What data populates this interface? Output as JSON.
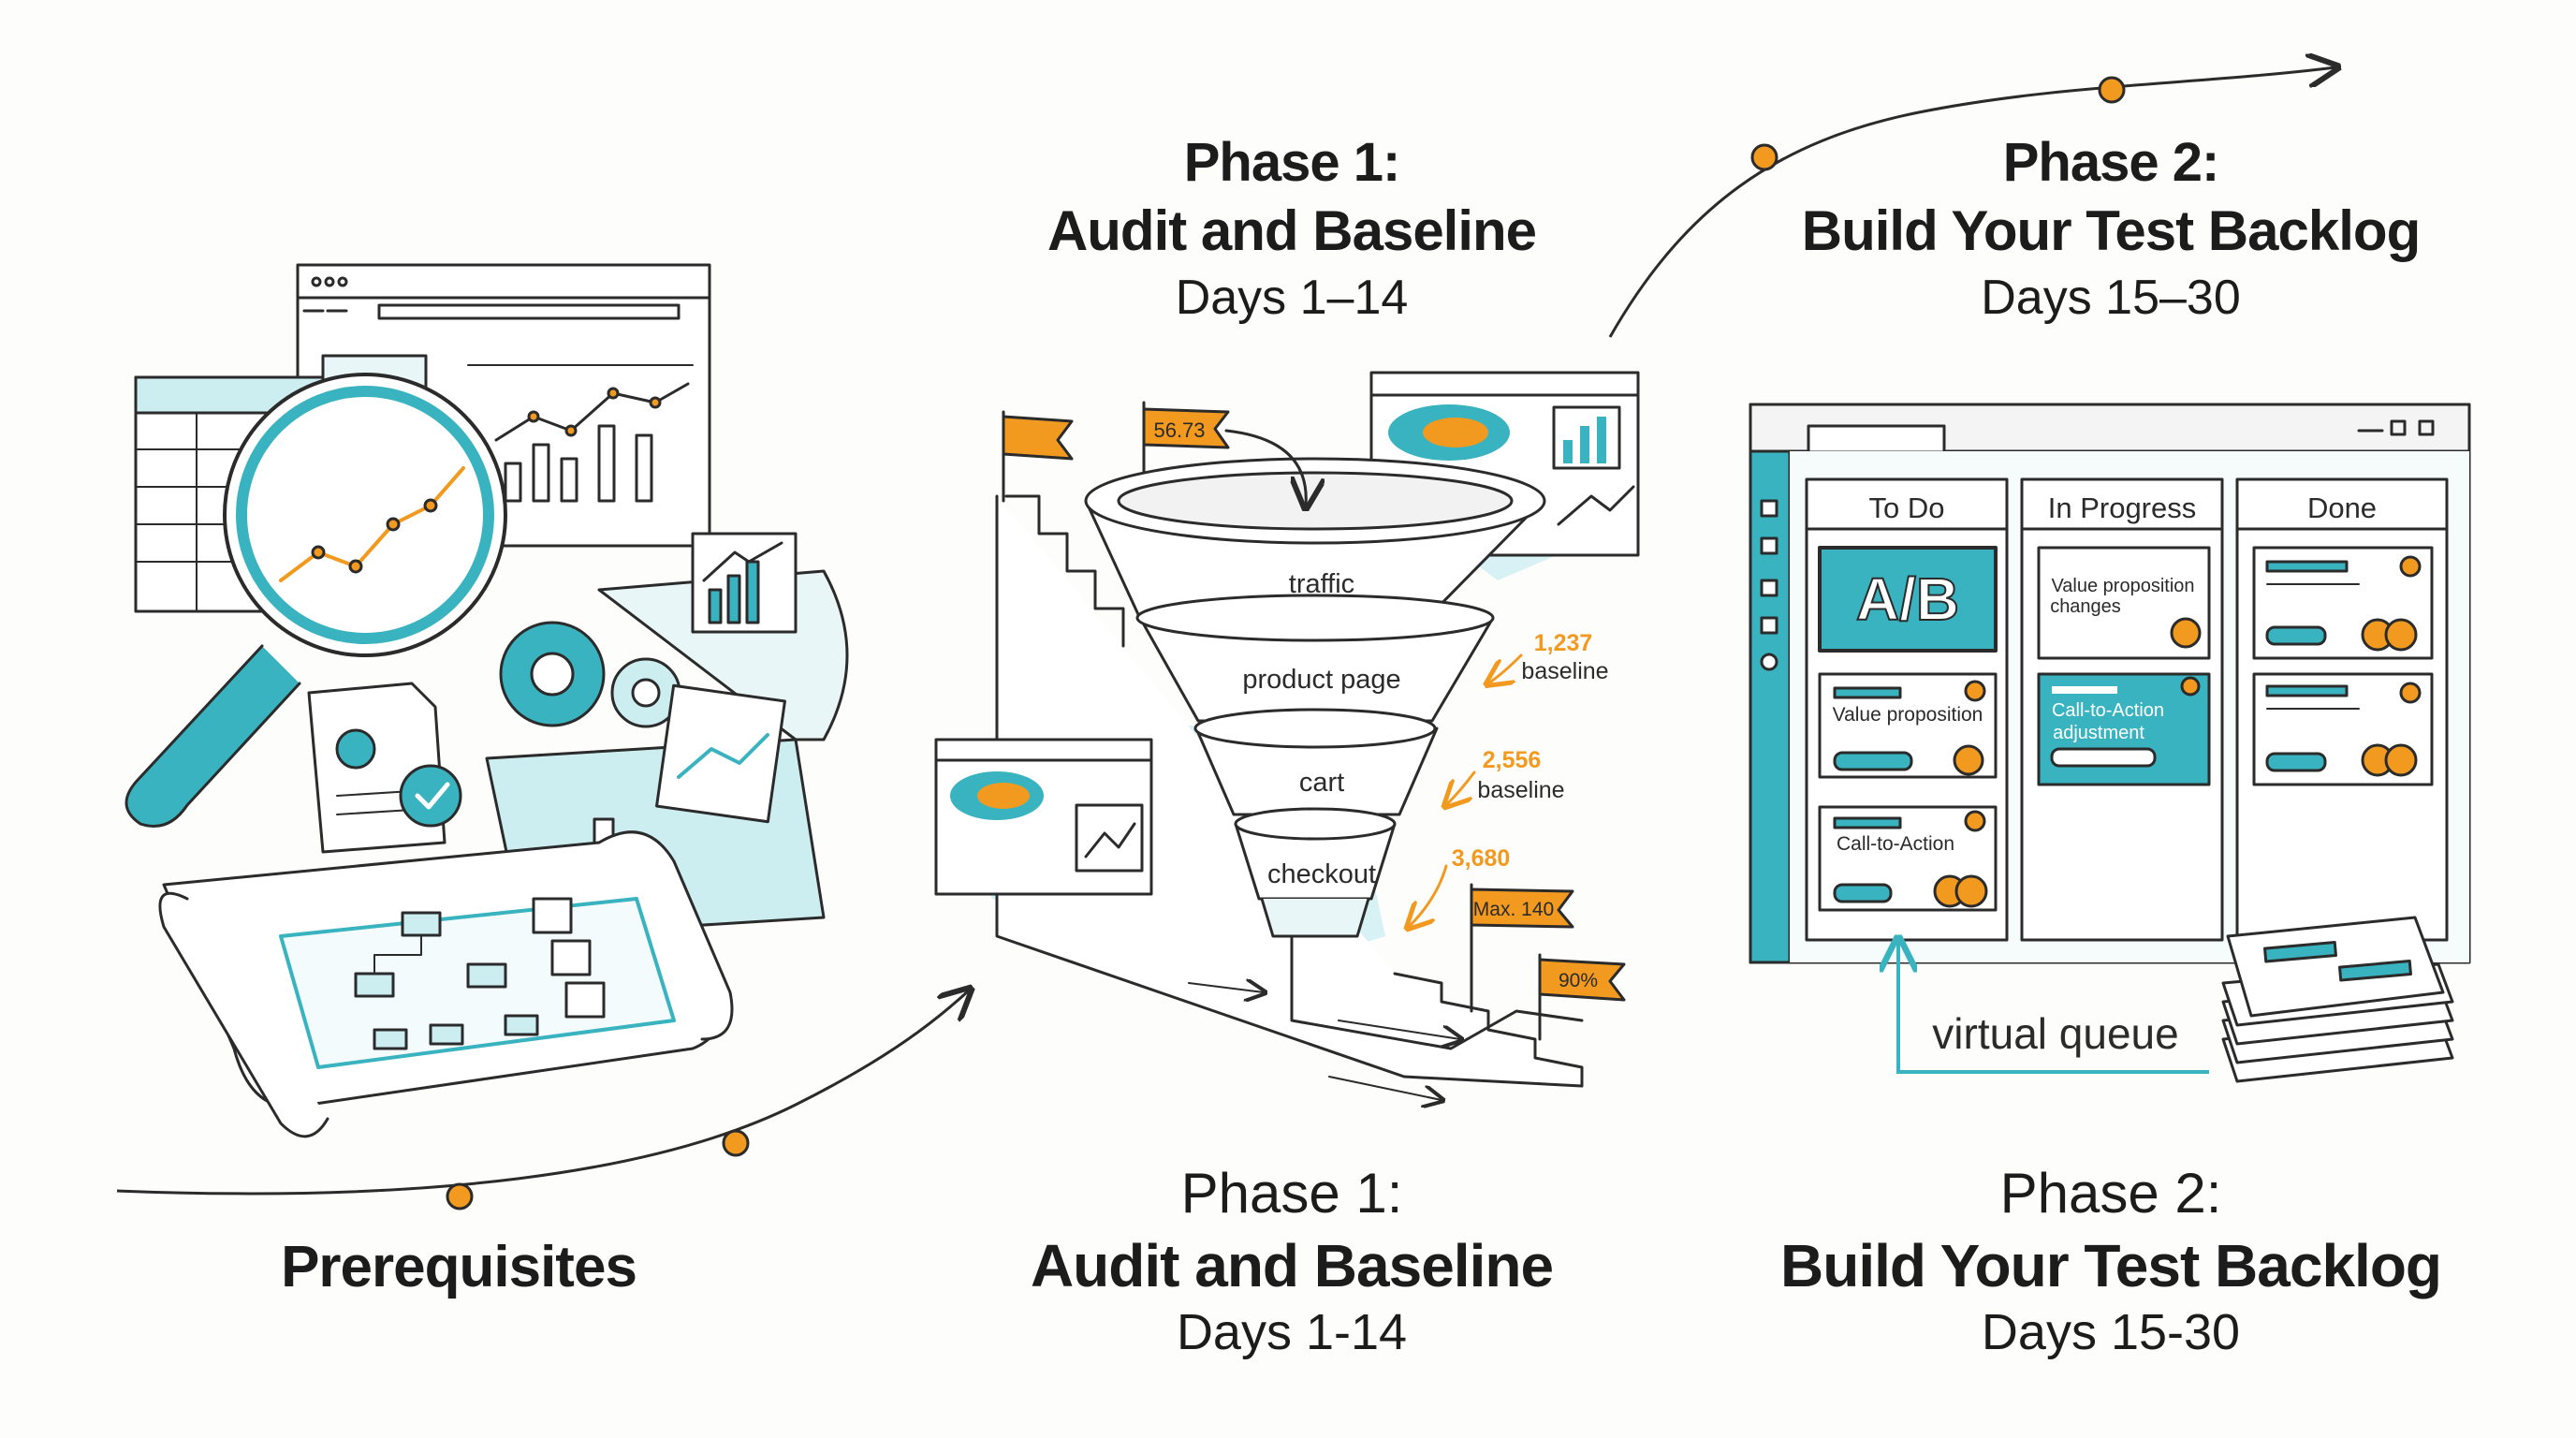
{
  "colors": {
    "ink": "#2b2b2b",
    "teal": "#39b3bf",
    "teal_light": "#cdeef1",
    "teal_dark": "#1d8f9c",
    "orange": "#f29a1f",
    "paper": "#fdfdfc"
  },
  "icons": [
    "magnifier-icon",
    "gear-icon",
    "toolbox-icon",
    "blueprint-icon",
    "browser-window-icon",
    "funnel-icon",
    "flag-icon",
    "kanban-board-icon",
    "card-stack-icon"
  ],
  "prerequisites": {
    "label": "Prerequisites"
  },
  "phase1_top": {
    "title_line1": "Phase 1:",
    "title_line2": "Audit and Baseline",
    "days": "Days 1–14"
  },
  "phase2_top": {
    "title_line1": "Phase 2:",
    "title_line2": "Build Your Test Backlog",
    "days": "Days 15–30"
  },
  "phase1_bottom": {
    "title_line1": "Phase 1:",
    "title_line2": "Audit and Baseline",
    "days": "Days 1-14"
  },
  "phase2_bottom": {
    "title_line1": "Phase 2:",
    "title_line2": "Build Your Test Backlog",
    "days": "Days 15-30"
  },
  "funnel": {
    "stages": [
      "traffic",
      "product page",
      "cart",
      "checkout"
    ],
    "flag_top": "56.73",
    "annotation_1_value": "1,237",
    "annotation_1_label": "baseline",
    "annotation_2_value": "2,556",
    "annotation_2_label": "baseline",
    "annotation_3_value": "3,680",
    "flag_max": "Max. 140",
    "flag_pct": "90%"
  },
  "kanban": {
    "columns": [
      "To Do",
      "In Progress",
      "Done"
    ],
    "ab_label": "A/B",
    "todo_card_1": "Value proposition",
    "todo_card_2": "Call-to-Action",
    "progress_card_1_line1": "Value proposition",
    "progress_card_1_line2": "changes",
    "progress_card_2_line1": "Call-to-Action",
    "progress_card_2_line2": "adjustment",
    "queue_label": "virtual queue"
  }
}
